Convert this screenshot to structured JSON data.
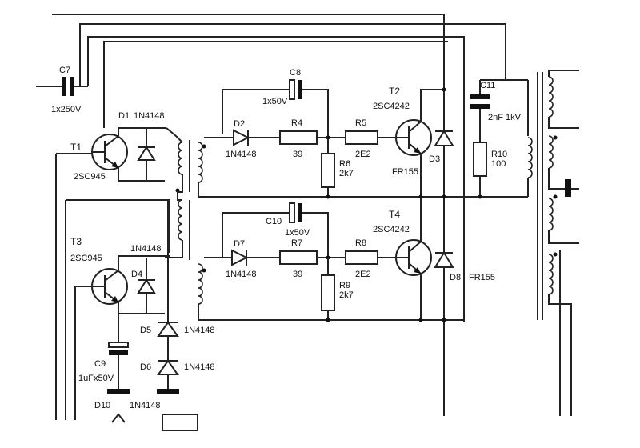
{
  "labels": {
    "c7": "C7",
    "c7v": "1x250V",
    "d1": "D1",
    "d1t": "1N4148",
    "t1": "T1",
    "t1t": "2SC945",
    "t3": "T3",
    "t3t": "2SC945",
    "d4": "D4",
    "d4t": "1N4148",
    "d5": "D5",
    "d5t": "1N4148",
    "d6": "D6",
    "d6t": "1N4148",
    "c9": "C9",
    "c9v": "1uFx50V",
    "d10": "D10",
    "d10t": "1N4148",
    "c8": "C8",
    "c8v": "1x50V",
    "d2": "D2",
    "d2t": "1N4148",
    "r4": "R4",
    "r4v": "39",
    "r5": "R5",
    "r5v": "2E2",
    "r6": "R6",
    "r6v": "2k7",
    "t2": "T2",
    "t2t": "2SC4242",
    "d3": "D3",
    "d3t": "FR155",
    "c10": "C10",
    "c10v": "1x50V",
    "t4": "T4",
    "t4t": "2SC4242",
    "d7": "D7",
    "d7t": "1N4148",
    "r7": "R7",
    "r7v": "39",
    "r8": "R8",
    "r8v": "2E2",
    "r9": "R9",
    "r9v": "2k7",
    "d8": "D8",
    "d8t": "FR155",
    "c11": "C11",
    "c11v": "2nF 1kV",
    "r10": "R10",
    "r10v": "100"
  }
}
